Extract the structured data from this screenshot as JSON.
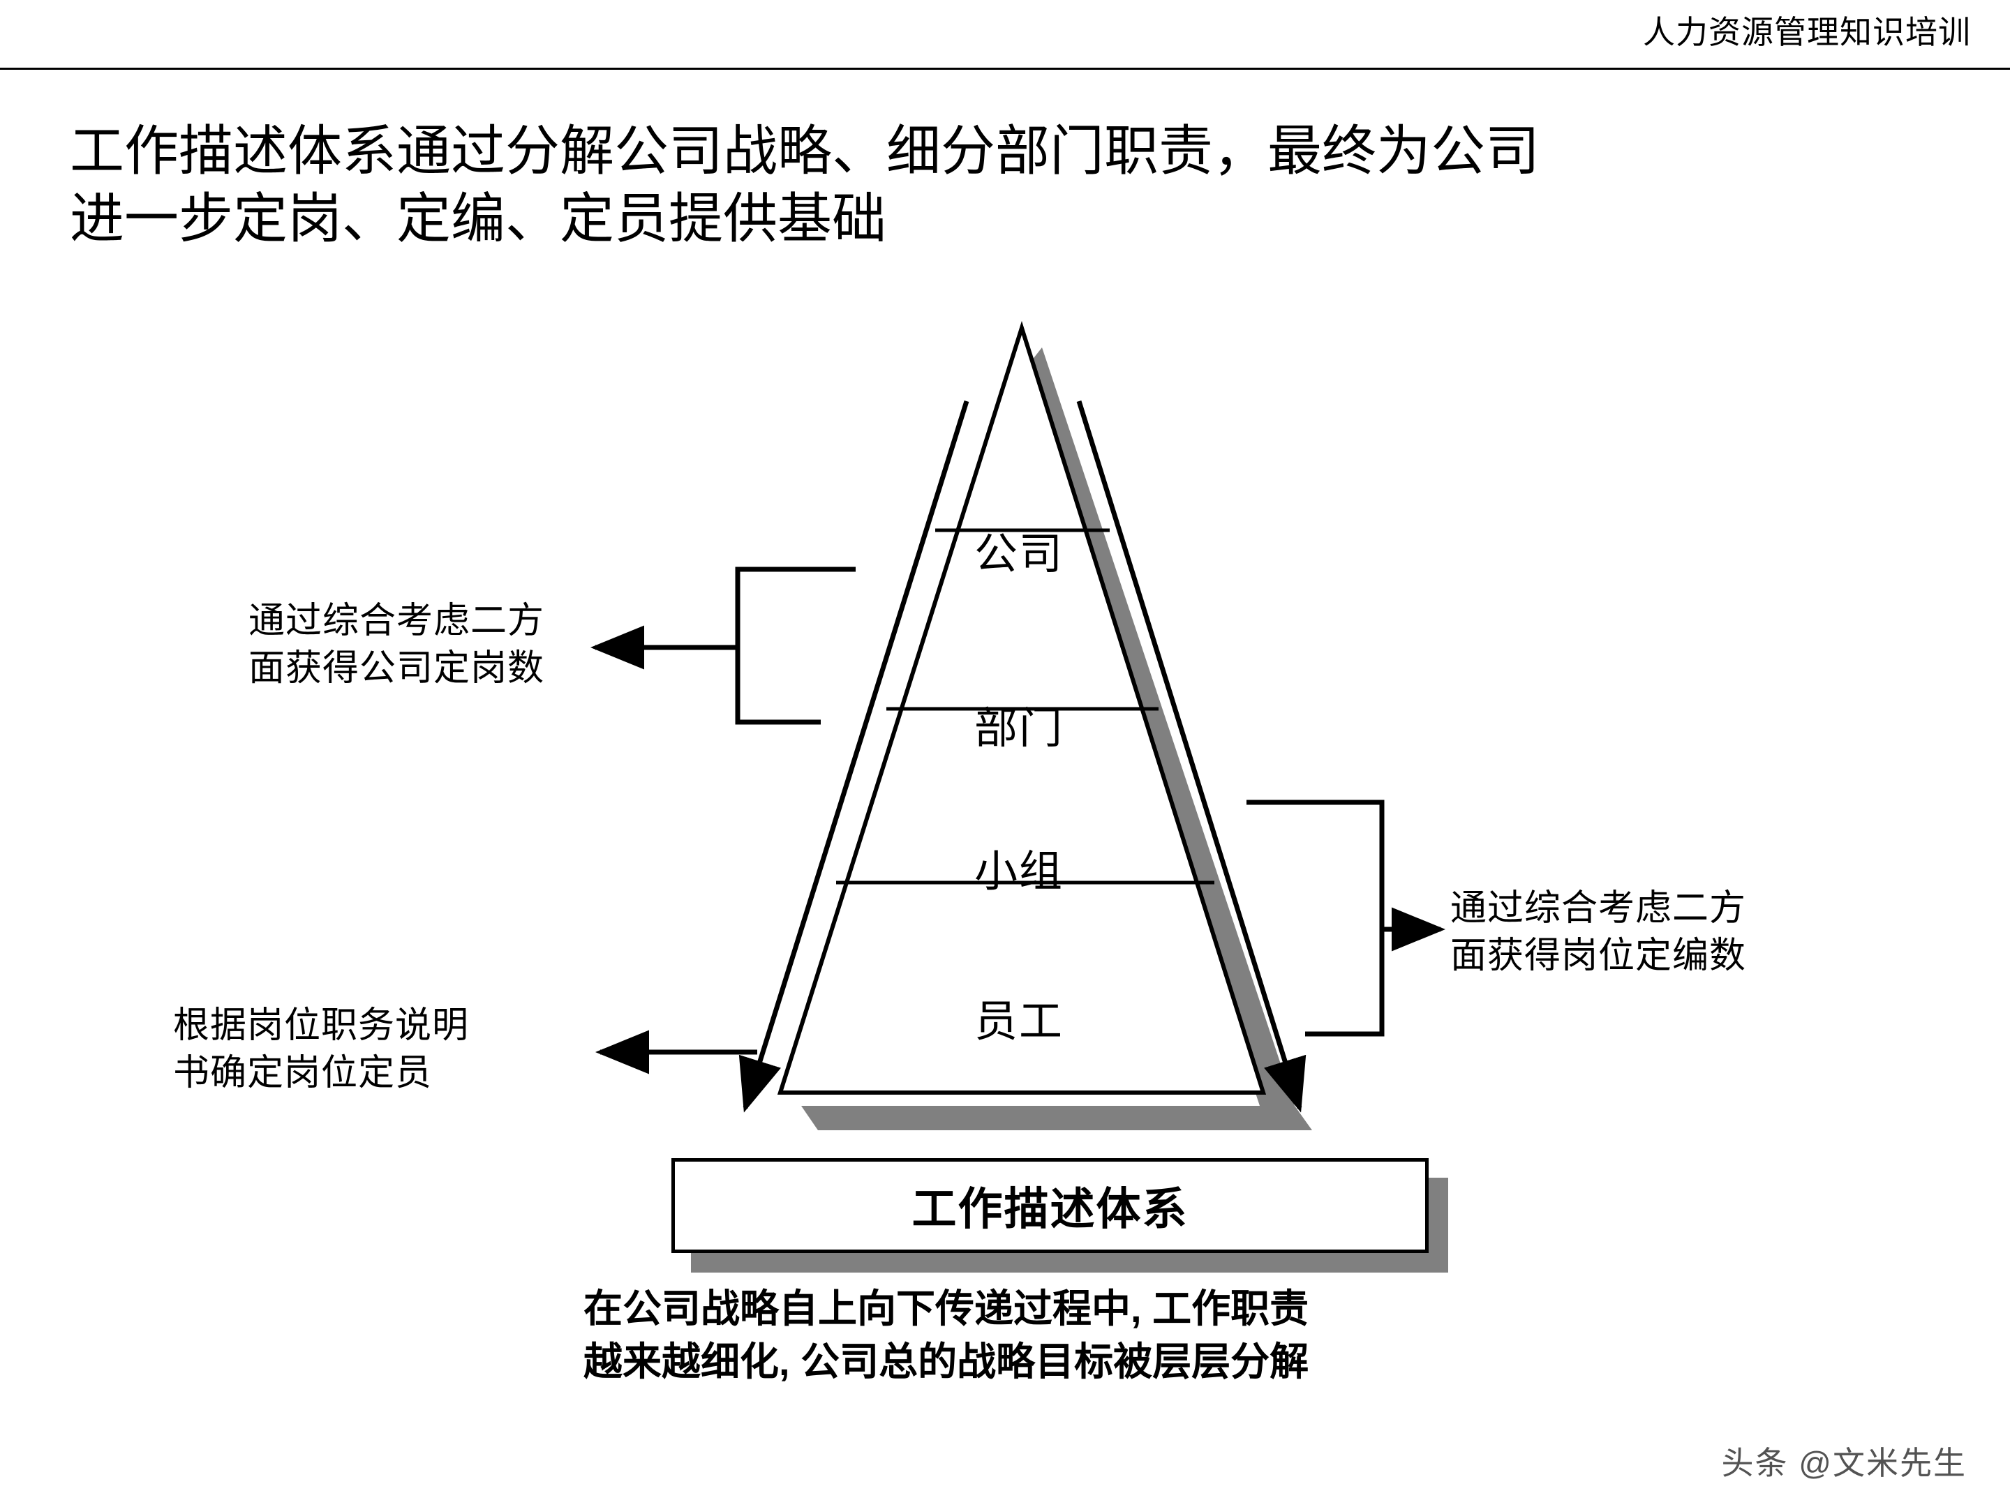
{
  "header": {
    "title": "人力资源管理知识培训"
  },
  "title": {
    "line1": "工作描述体系通过分解公司战略、细分部门职责，最终为公司",
    "line2": "进一步定岗、定编、定员提供基础"
  },
  "pyramid": {
    "tiers": [
      {
        "id": "company",
        "label": "公司"
      },
      {
        "id": "department",
        "label": "部门"
      },
      {
        "id": "team",
        "label": "小组"
      },
      {
        "id": "employee",
        "label": "员工"
      }
    ]
  },
  "annotations": {
    "left_top": {
      "line1": "通过综合考虑二方",
      "line2": "面获得公司定岗数"
    },
    "left_bottom": {
      "line1": "根据岗位职务说明",
      "line2": "书确定岗位定员"
    },
    "right": {
      "line1": "通过综合考虑二方",
      "line2": "面获得岗位定编数"
    }
  },
  "bottom_box": {
    "label": "工作描述体系"
  },
  "caption": {
    "line1": "在公司战略自上向下传递过程中, 工作职责",
    "line2": "越来越细化, 公司总的战略目标被层层分解"
  },
  "watermark": {
    "text": "头条 @文米先生"
  },
  "colors": {
    "ink": "#000000",
    "shadow": "#808080",
    "page": "#ffffff"
  }
}
